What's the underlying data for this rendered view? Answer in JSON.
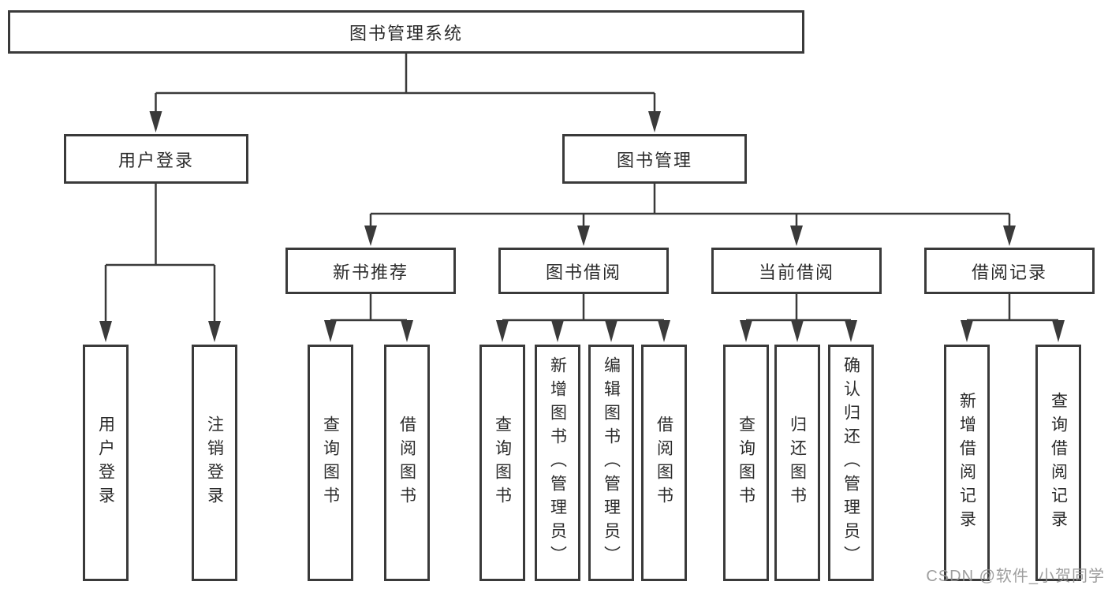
{
  "tree": {
    "root": {
      "label": "图书管理系统"
    },
    "branches": [
      {
        "label": "用户登录",
        "children": [
          {
            "label": "用户登录"
          },
          {
            "label": "注销登录"
          }
        ]
      },
      {
        "label": "图书管理",
        "groups": [
          {
            "label": "新书推荐",
            "children": [
              {
                "label": "查询图书"
              },
              {
                "label": "借阅图书"
              }
            ]
          },
          {
            "label": "图书借阅",
            "children": [
              {
                "label": "查询图书"
              },
              {
                "label": "新增图书（管理员）"
              },
              {
                "label": "编辑图书（管理员）"
              },
              {
                "label": "借阅图书"
              }
            ]
          },
          {
            "label": "当前借阅",
            "children": [
              {
                "label": "查询图书"
              },
              {
                "label": "归还图书"
              },
              {
                "label": "确认归还（管理员）"
              }
            ]
          },
          {
            "label": "借阅记录",
            "children": [
              {
                "label": "新增借阅记录"
              },
              {
                "label": "查询借阅记录"
              }
            ]
          }
        ]
      }
    ]
  },
  "watermark": {
    "text": "CSDN @软件_小贺同学"
  },
  "colors": {
    "background": "#ffffff",
    "line": "#3a3a3a",
    "box_border": "#3a3a3a",
    "box_background": "#ffffff",
    "text": "#2b2b2b",
    "watermark": "#919191"
  }
}
